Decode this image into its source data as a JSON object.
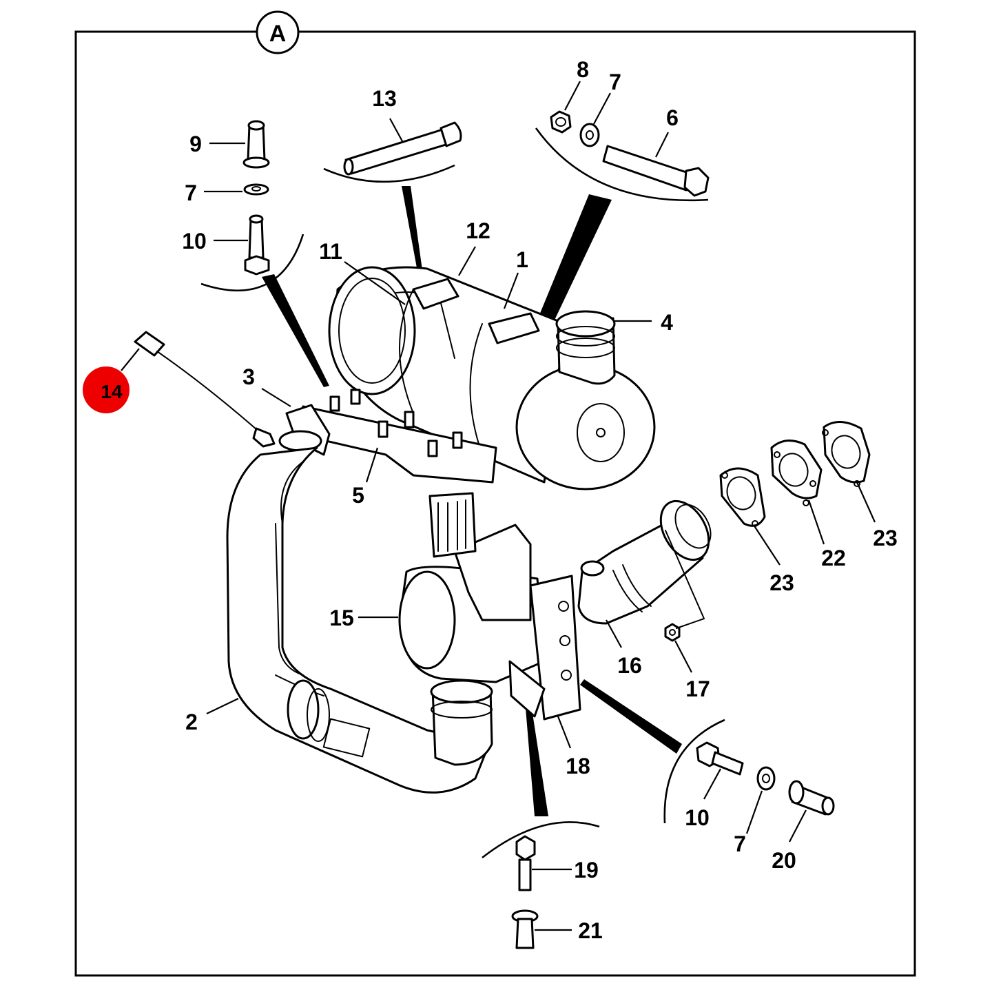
{
  "diagram": {
    "view_marker": "A",
    "highlighted_callout": "14",
    "highlight_color": "#ee0000",
    "line_color": "#000000",
    "background": "#ffffff",
    "callouts": [
      "13",
      "8",
      "7",
      "6",
      "9",
      "7",
      "10",
      "12",
      "11",
      "1",
      "4",
      "3",
      "14",
      "5",
      "23",
      "22",
      "23",
      "15",
      "16",
      "17",
      "2",
      "18",
      "10",
      "7",
      "20",
      "19",
      "21"
    ]
  }
}
